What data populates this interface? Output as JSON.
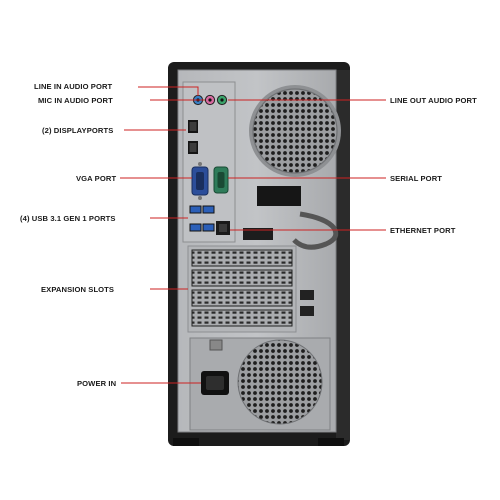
{
  "labels": {
    "line_in": "LINE IN AUDIO PORT",
    "mic_in": "MIC IN AUDIO PORT",
    "displayports": "(2) DISPLAYPORTS",
    "vga": "VGA PORT",
    "usb": "(4) USB 3.1 GEN 1 PORTS",
    "expansion": "EXPANSION SLOTS",
    "power": "POWER IN",
    "line_out": "LINE OUT AUDIO PORT",
    "serial": "SERIAL PORT",
    "ethernet": "ETHERNET PORT"
  },
  "colors": {
    "leader_line": "#cc2222",
    "case": "#1c1c1c",
    "panel": "#a9abae",
    "audio_port_green": "#3aa36a",
    "audio_port_pink": "#d86aa0"
  }
}
